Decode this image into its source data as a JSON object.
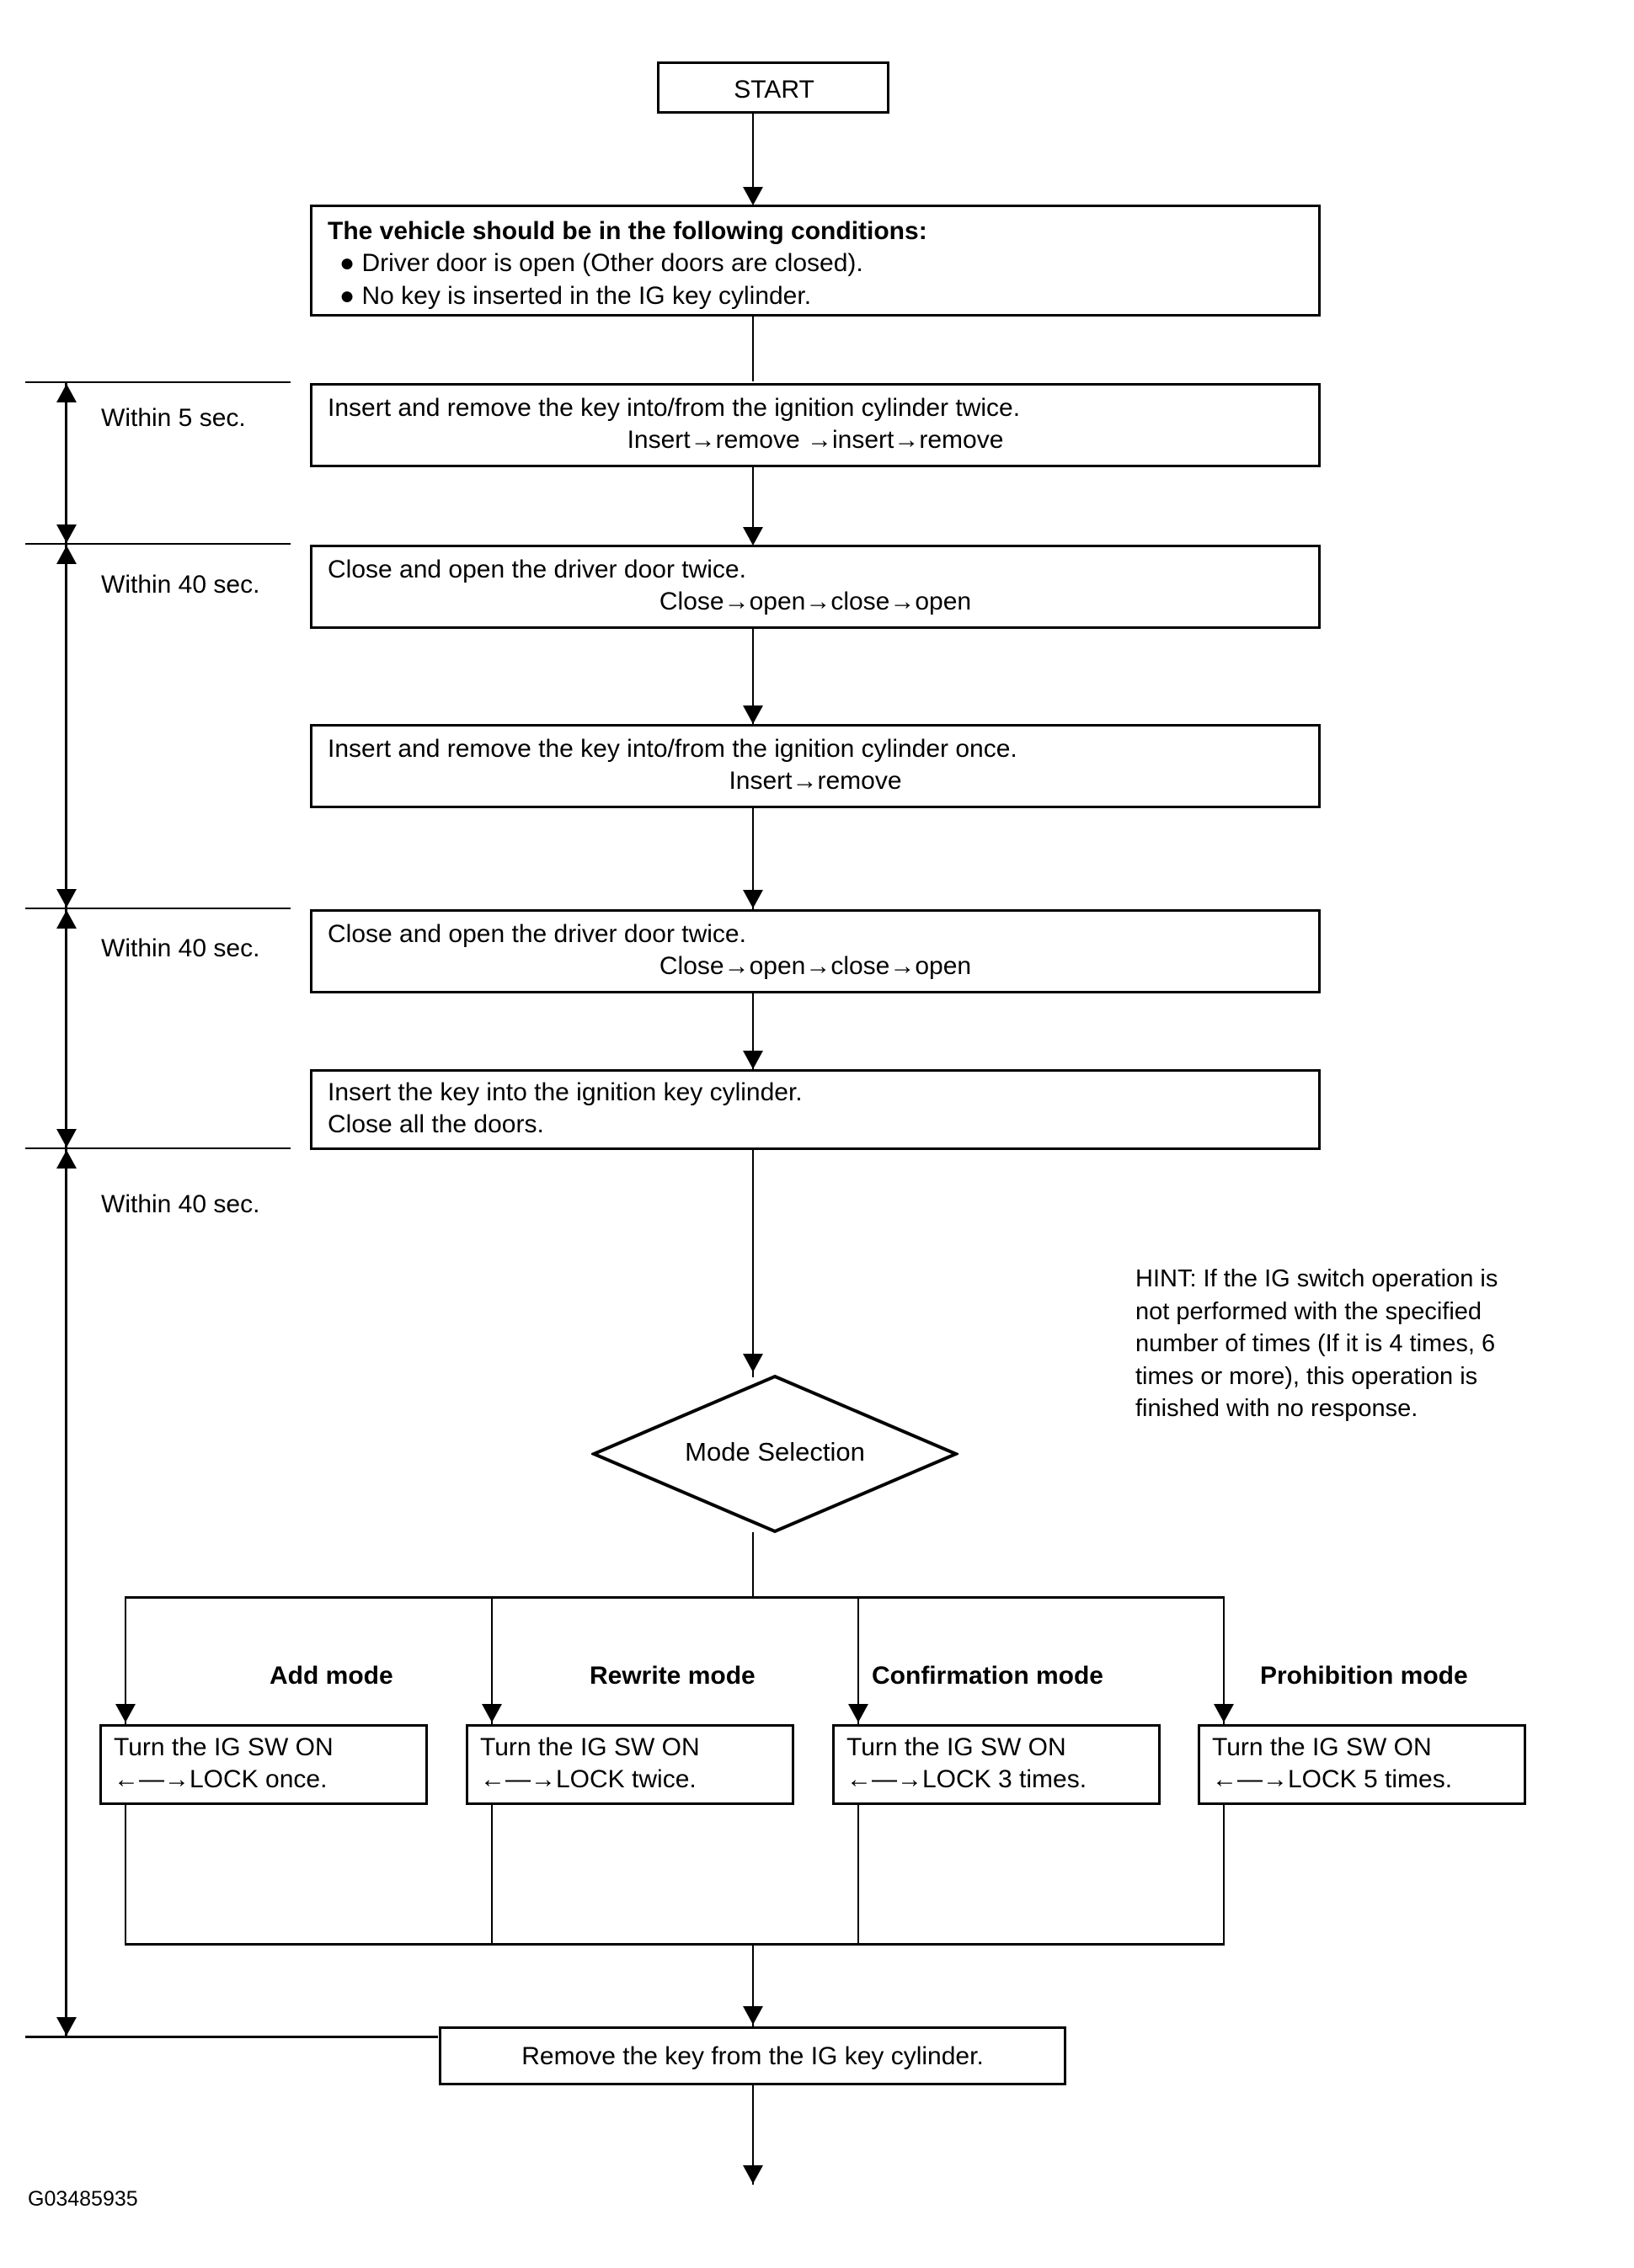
{
  "figure": {
    "id": "G03485935",
    "type": "flowchart",
    "title": "Key registration mode selection procedure"
  },
  "nodes": {
    "start": {
      "label": "START"
    },
    "conditions": {
      "heading": "The vehicle should be in the following conditions:",
      "bullets": [
        "Driver door is open (Other doors are closed).",
        "No key is inserted in the IG key cylinder."
      ]
    },
    "step1": {
      "line1": "Insert and remove the key into/from the ignition cylinder twice.",
      "line2": "Insert→remove →insert→remove"
    },
    "step2": {
      "line1": "Close and open the driver door twice.",
      "line2": "Close→open→close→open"
    },
    "step3": {
      "line1": "Insert and remove the key into/from the ignition cylinder once.",
      "line2": "Insert→remove"
    },
    "step4": {
      "line1": "Close and open the driver door twice.",
      "line2": "Close→open→close→open"
    },
    "step5": {
      "line1": "Insert the key into the ignition key cylinder.",
      "line2": "Close all the doors."
    },
    "decision": {
      "label": "Mode Selection"
    },
    "final": {
      "label": "Remove the key from the IG key cylinder."
    }
  },
  "timings": [
    {
      "label": "Within 5 sec."
    },
    {
      "label": "Within 40 sec."
    },
    {
      "label": "Within 40 sec."
    },
    {
      "label": "Within 40 sec."
    }
  ],
  "hint": {
    "lines": [
      "HINT: If the IG switch operation is",
      "not performed with the specified",
      "number of times (If it is 4 times, 6",
      "times or more), this operation is",
      "finished with no response."
    ]
  },
  "modes": [
    {
      "title": "Add mode",
      "line1": "Turn the IG SW ON",
      "line2": "←—→LOCK once."
    },
    {
      "title": "Rewrite mode",
      "line1": "Turn the IG SW ON",
      "line2": "←—→LOCK twice."
    },
    {
      "title": "Confirmation mode",
      "line1": "Turn the IG SW ON",
      "line2": "←—→LOCK 3 times."
    },
    {
      "title": "Prohibition mode",
      "line1": "Turn the IG SW ON",
      "line2": "←—→LOCK 5 times."
    }
  ],
  "colors": {
    "ink": "#000000",
    "paper": "#ffffff"
  }
}
